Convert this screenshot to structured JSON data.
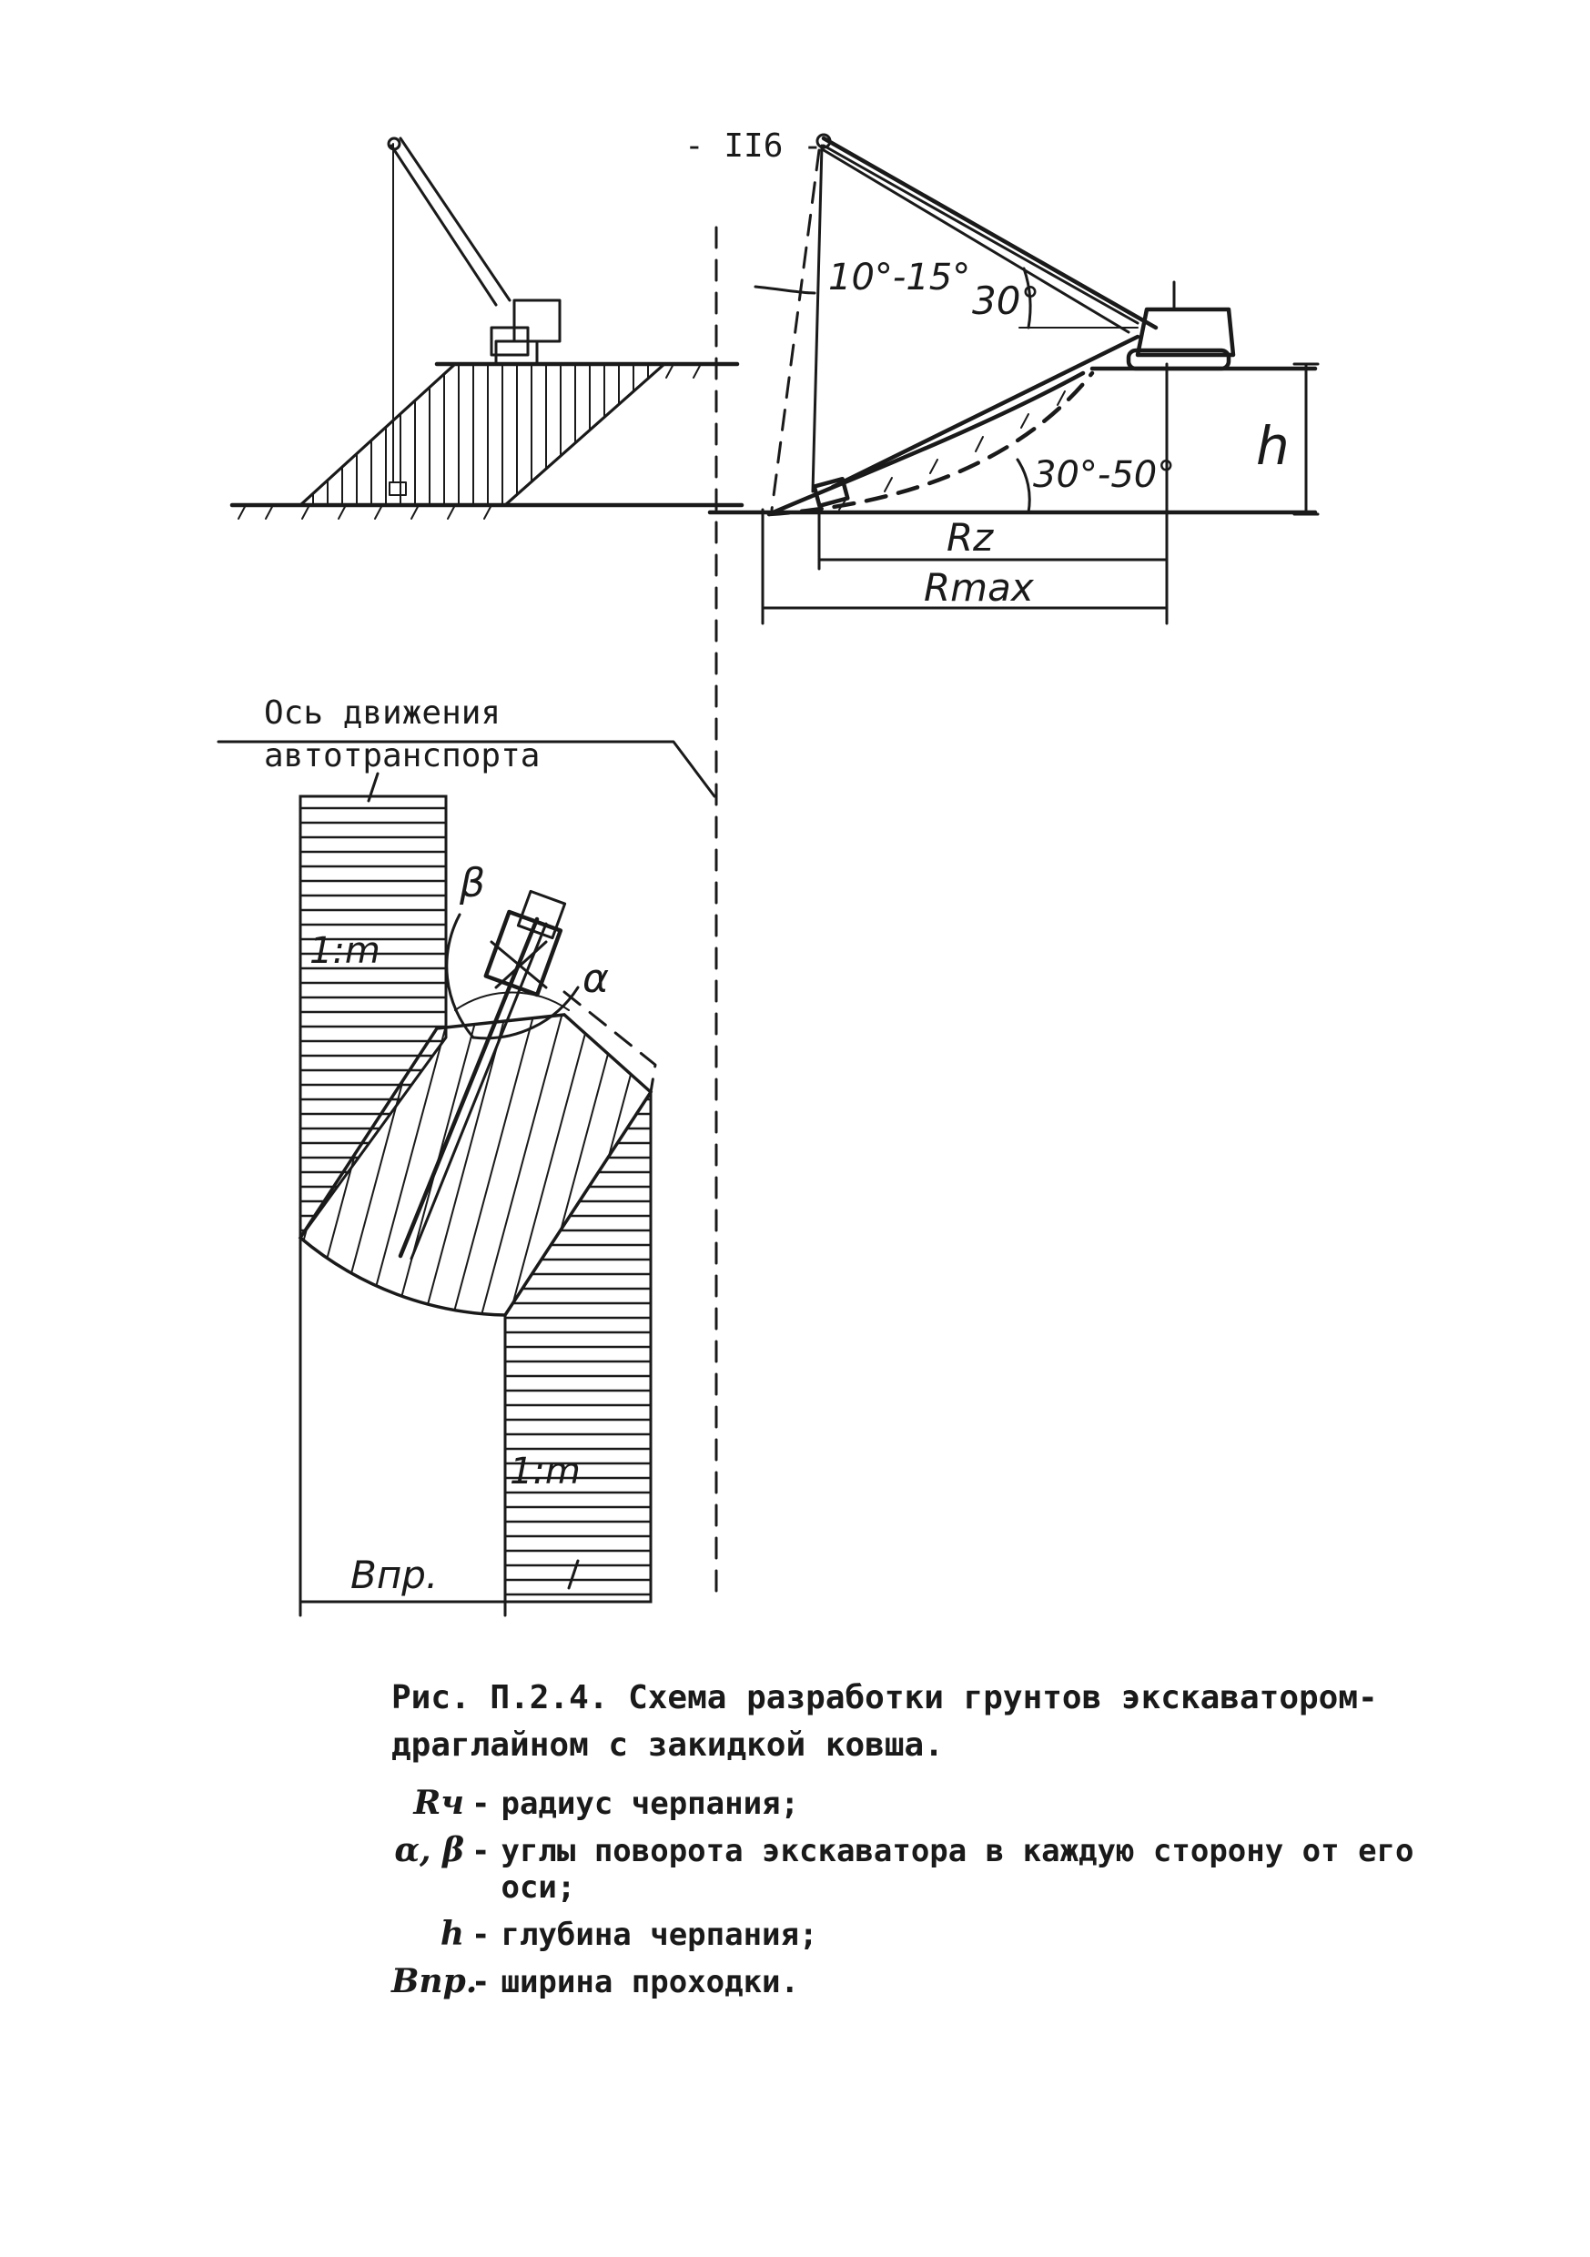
{
  "page_number": "- II6 -",
  "labels": {
    "angle_10_15": "10°-15°",
    "angle_30": "30°",
    "angle_30_50": "30°-50°",
    "h": "h",
    "rz": "Rz",
    "rmax": "Rmax",
    "axis_line1": "Ось движения",
    "axis_line2": "автотранспорта",
    "slope_top": "1:m",
    "slope_bottom": "1:m",
    "beta": "β",
    "alpha": "α",
    "bpr": "Bпр."
  },
  "caption": {
    "line1": "Рис. П.2.4. Схема разработки грунтов экскаватором-",
    "line2": "драглайном с закидкой ковша."
  },
  "legend": [
    {
      "symbol": "Rч",
      "sep": "-",
      "text": "радиус черпания;"
    },
    {
      "symbol": "α, β",
      "sep": "-",
      "text": "углы поворота экскаватора в каждую сторону от его оси;"
    },
    {
      "symbol": "h",
      "sep": "-",
      "text": "глубина черпания;"
    },
    {
      "symbol": "Bпр.",
      "sep": "-",
      "text": "ширина проходки."
    }
  ]
}
